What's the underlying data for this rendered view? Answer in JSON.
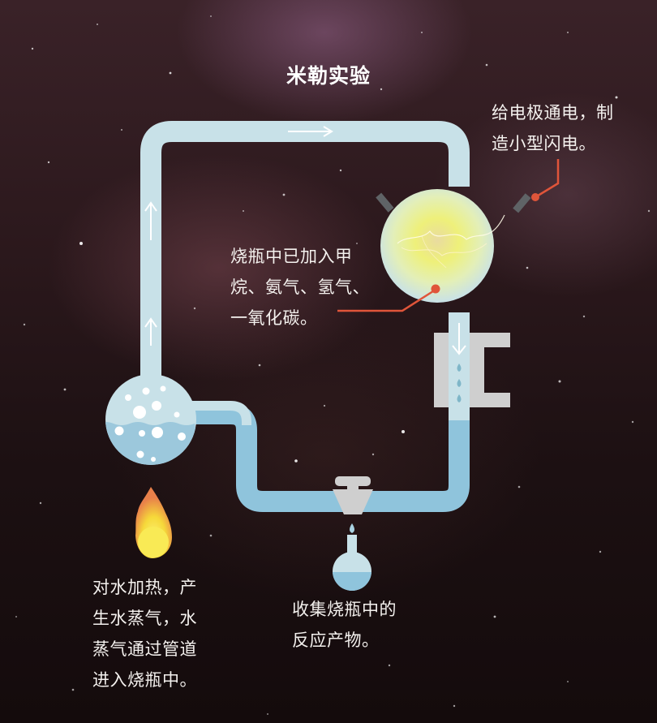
{
  "title": "米勒实验",
  "captions": {
    "electrode": "给电极通电，制\n造小型闪电。",
    "gases": "烧瓶中已加入甲\n烷、氨气、氢气、\n一氧化碳。",
    "heat": "对水加热，产\n生水蒸气，水\n蒸气通过管道\n进入烧瓶中。",
    "collect": "收集烧瓶中的\n反应产物。"
  },
  "colors": {
    "pipe": "#c8e1e8",
    "water": "#8fc4dc",
    "leader_line": "#e0553a",
    "condenser": "#cfcfcf",
    "flame_outer": "#e8804a",
    "flame_inner": "#f6e04a",
    "glow": "#eef07a"
  },
  "components": [
    {
      "name": "water-flask",
      "label": "boiling water flask"
    },
    {
      "name": "heat-source",
      "label": "flame"
    },
    {
      "name": "spark-flask",
      "label": "gas flask with electrodes"
    },
    {
      "name": "condenser",
      "label": "condenser"
    },
    {
      "name": "stopcock",
      "label": "stopcock valve"
    },
    {
      "name": "collection-flask",
      "label": "collection flask"
    }
  ],
  "flow_arrows": [
    "up",
    "up",
    "right",
    "down"
  ]
}
